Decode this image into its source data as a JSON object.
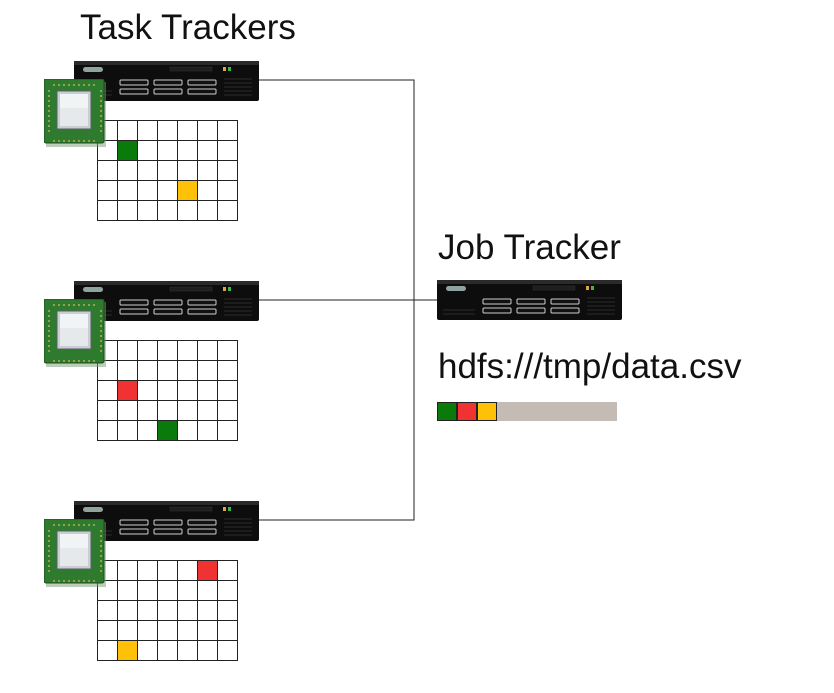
{
  "titles": {
    "task_trackers": "Task Trackers",
    "job_tracker": "Job Tracker",
    "file_path": "hdfs:///tmp/data.csv"
  },
  "grid": {
    "rows": 5,
    "cols": 7
  },
  "task_trackers": [
    {
      "filled": [
        {
          "row": 1,
          "col": 1,
          "color": "green"
        },
        {
          "row": 3,
          "col": 4,
          "color": "yellow"
        }
      ]
    },
    {
      "filled": [
        {
          "row": 2,
          "col": 1,
          "color": "red"
        },
        {
          "row": 4,
          "col": 3,
          "color": "green"
        }
      ]
    },
    {
      "filled": [
        {
          "row": 0,
          "col": 5,
          "color": "red"
        },
        {
          "row": 4,
          "col": 1,
          "color": "yellow"
        }
      ]
    }
  ],
  "file_blocks": [
    "green",
    "red",
    "yellow"
  ],
  "colors": {
    "green": "#0a7a0a",
    "red": "#f03232",
    "yellow": "#ffc107",
    "progress_track": "#c5bbb5"
  },
  "icons": {
    "server": "rack-server-icon",
    "processor": "cpu-chip-icon"
  }
}
